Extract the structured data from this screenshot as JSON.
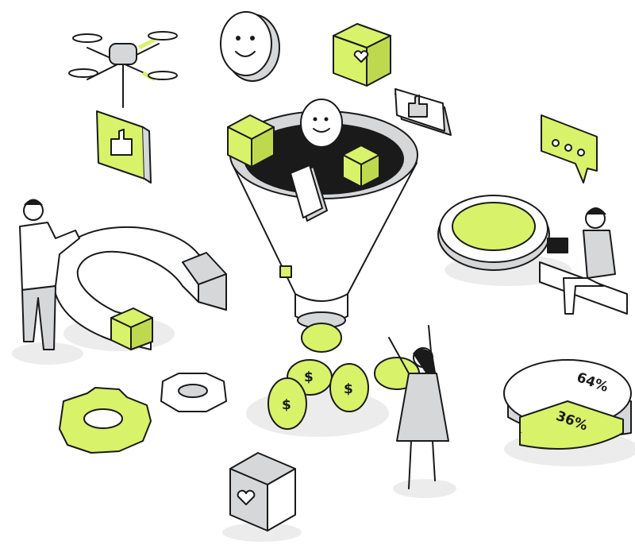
{
  "colors": {
    "accent": "#d8f26a",
    "grey": "#d6d7d9",
    "outline": "#1a1a1a",
    "shadow": "#ececec",
    "dark": "#1a1a1a"
  },
  "pie": {
    "large_label": "64%",
    "small_label": "36%",
    "values": [
      64,
      36
    ]
  },
  "icons": [
    "drone-icon",
    "thumbs-up-icon",
    "smiley-coin-icon",
    "heart-cube-icon",
    "chat-bubble-icon",
    "magnet-icon",
    "funnel-icon",
    "magnifier-icon",
    "gear-icon",
    "dollar-coin-icon",
    "pie-chart-icon",
    "person-icon"
  ]
}
